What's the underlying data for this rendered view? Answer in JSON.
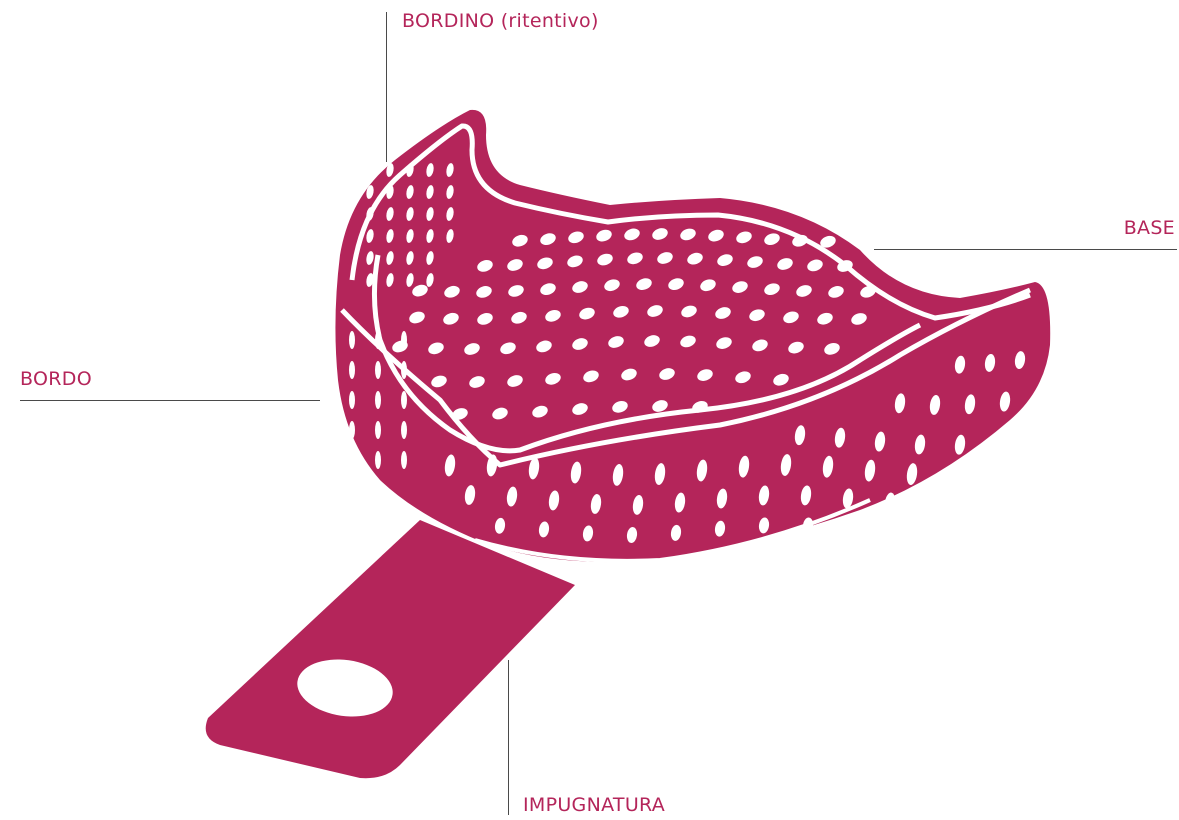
{
  "colors": {
    "tray": "#b4255a",
    "label_text": "#b4255a",
    "leader_line": "#4a4a4a",
    "hole": "#ffffff",
    "background": "#ffffff"
  },
  "labels": {
    "bordino": "BORDINO (ritentivo)",
    "base": "BASE",
    "bordo": "BORDO",
    "impugnatura": "IMPUGNATURA"
  },
  "icons": {
    "tray": "perforated-dental-impression-tray"
  }
}
